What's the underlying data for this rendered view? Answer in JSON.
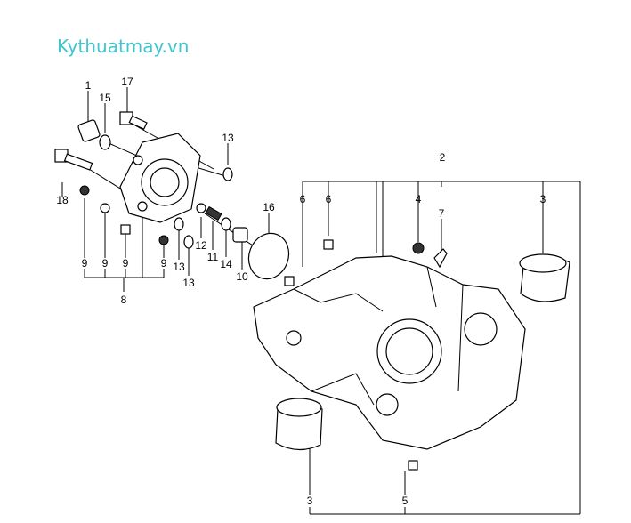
{
  "watermark": "Kythuatmay.vn",
  "callouts": {
    "c1": "1",
    "c15": "15",
    "c17": "17",
    "c13a": "13",
    "c18": "18",
    "c9a": "9",
    "c9b": "9",
    "c9c": "9",
    "c9d": "9",
    "c8": "8",
    "c13b": "13",
    "c13c": "13",
    "c12": "12",
    "c11": "11",
    "c14": "14",
    "c10": "10",
    "c16": "16",
    "c6a": "6",
    "c6b": "6",
    "c4": "4",
    "c7": "7",
    "c3a": "3",
    "c2": "2",
    "c3b": "3",
    "c5": "5"
  }
}
